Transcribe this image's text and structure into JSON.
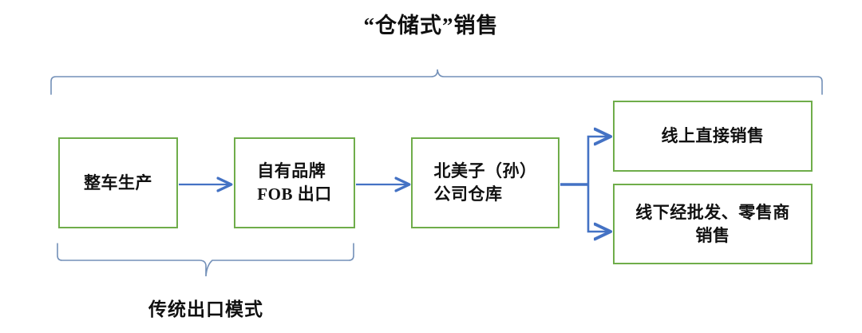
{
  "diagram": {
    "title": "“仓储式”销售",
    "bottom_label": "传统出口模式",
    "colors": {
      "box_border": "#6fad4a",
      "arrow": "#4472c4",
      "brace": "#6f8db5",
      "text": "#111111",
      "background": "#ffffff"
    },
    "nodes": [
      {
        "id": "node-1",
        "label": "整车生产"
      },
      {
        "id": "node-2",
        "label": "自有品牌\nFOB 出口"
      },
      {
        "id": "node-3",
        "label": "北美子（孙）\n公司仓库"
      },
      {
        "id": "node-4",
        "label": "线上直接销售"
      },
      {
        "id": "node-5",
        "label": "线下经批发、零售商\n销售"
      }
    ],
    "connectors": [
      {
        "name": "arrow-production-to-export",
        "from": "node-1",
        "to": "node-2",
        "style": "straight-arrow"
      },
      {
        "name": "arrow-export-to-warehouse",
        "from": "node-2",
        "to": "node-3",
        "style": "straight-arrow"
      },
      {
        "name": "arrow-warehouse-to-online",
        "from": "node-3",
        "to": "node-4",
        "style": "elbow-arrow"
      },
      {
        "name": "arrow-warehouse-to-offline",
        "from": "node-3",
        "to": "node-5",
        "style": "elbow-arrow"
      }
    ],
    "braces": [
      {
        "name": "top-brace",
        "label_ref": "title",
        "covers": [
          "node-1",
          "node-2",
          "node-3",
          "node-4",
          "node-5"
        ],
        "direction": "up"
      },
      {
        "name": "bottom-brace",
        "label_ref": "bottom_label",
        "covers": [
          "node-1",
          "node-2"
        ],
        "direction": "down"
      }
    ]
  }
}
